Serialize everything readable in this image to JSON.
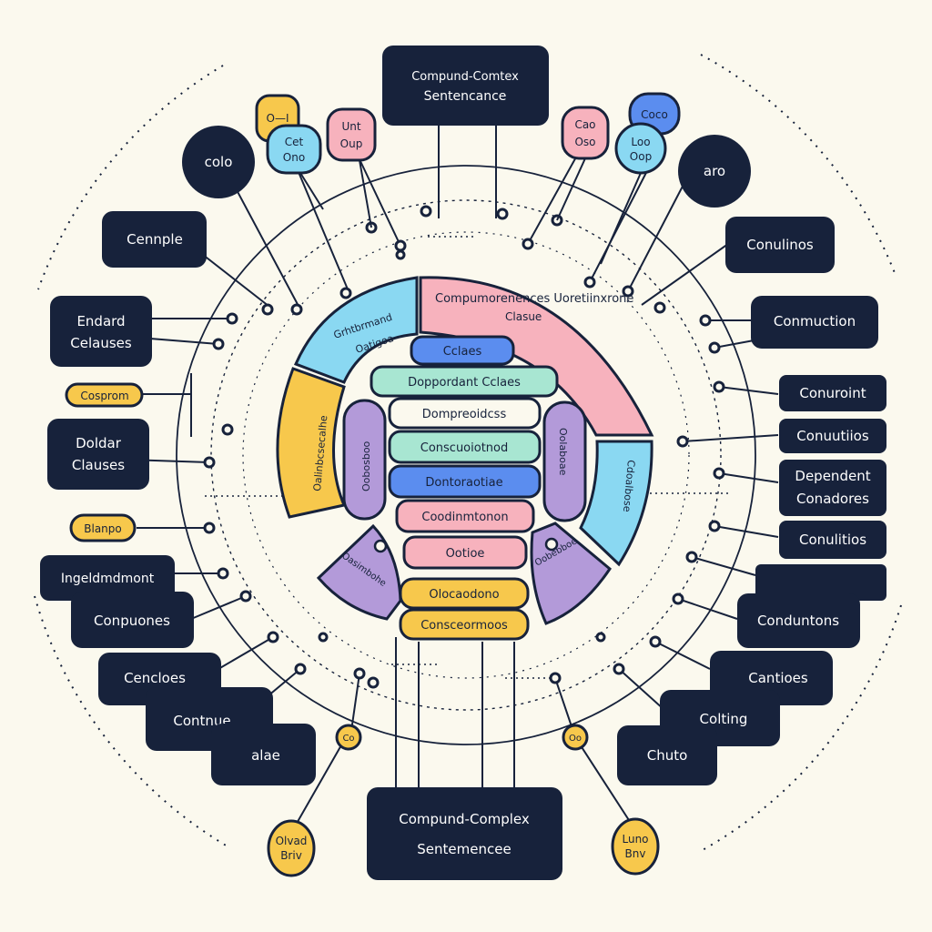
{
  "colors": {
    "navy": "#17223b",
    "pink": "#f7b2bd",
    "blue": "#8ad8f2",
    "yellow": "#f7c84c",
    "purple": "#b39ad9",
    "teal": "#a8e6d2",
    "bar_blue": "#5b8def",
    "background": "#fbf9ee"
  },
  "center_top_box": {
    "line1": "Compund-Comtex",
    "line2": "Sentencance"
  },
  "center_bottom_box": {
    "line1": "Compund-Complex",
    "line2": "Sentemencee"
  },
  "ring_segments": {
    "pink": {
      "line1": "Compumorenences Uoretiinxrone",
      "line2": "Clasue"
    },
    "blue_left": {
      "line1": "Grhtbrmand",
      "line2": "Oatigoa"
    },
    "yellow_left": "Oalinbcsecalhe",
    "blue_right": "Cdoalbose",
    "purple_left": "Oobosboo",
    "purple_right": "Oolaboae",
    "purple_lower_left": "Oasimbohe",
    "purple_lower_right": "Oobebboe"
  },
  "stack_bars": [
    "Cclaes",
    "Doppordant Cclaes",
    "Dompreoidcss",
    "Conscuoiotnod",
    "Dontoraotiae",
    "Coodinmtonon",
    "Ootioe",
    "Olocaodono",
    "Consceormoos"
  ],
  "left_boxes": {
    "colo": "colo",
    "cennple": "Cennple",
    "endard": {
      "line1": "Endard",
      "line2": "Celauses"
    },
    "doldar": {
      "line1": "Doldar",
      "line2": "Clauses"
    },
    "ingeldmont": "Ingeldmdmont",
    "conpuones": "Conpuones",
    "cencles": "Cencloes",
    "contrue": "Contnue",
    "alae": "alae"
  },
  "right_boxes": {
    "aro": "aro",
    "conulines": "Conulinos",
    "conmuction": "Conmuction",
    "conuroint": "Conuroint",
    "conuntios": "Conuutiios",
    "dependent": {
      "line1": "Dependent",
      "line2": "Conadores"
    },
    "conultios": "Conulitios",
    "conduntons": "Conduntons",
    "cantoes": "Cantioes",
    "colting": "Colting",
    "chuto": "Chuto"
  },
  "small_tags": {
    "yellow_left": "Cosprom",
    "yellow_left2": "Blanpo",
    "yellow_top": "O—I",
    "blue_top_left": {
      "line1": "Cet",
      "line2": "Ono"
    },
    "pink_top_left": {
      "line1": "Unt",
      "line2": "Oup"
    },
    "pink_top_right": {
      "line1": "Cao",
      "line2": "Oso"
    },
    "blue_top_right": "Coco",
    "blue_top_right2": {
      "line1": "Loo",
      "line2": "Oop"
    },
    "yellow_bottom_left": {
      "line1": "Olvad",
      "line2": "Briv"
    },
    "yellow_bottom_right": {
      "line1": "Luno",
      "line2": "Bnv"
    },
    "yellow_dot_left": "Co",
    "yellow_dot_right": "Oo"
  }
}
